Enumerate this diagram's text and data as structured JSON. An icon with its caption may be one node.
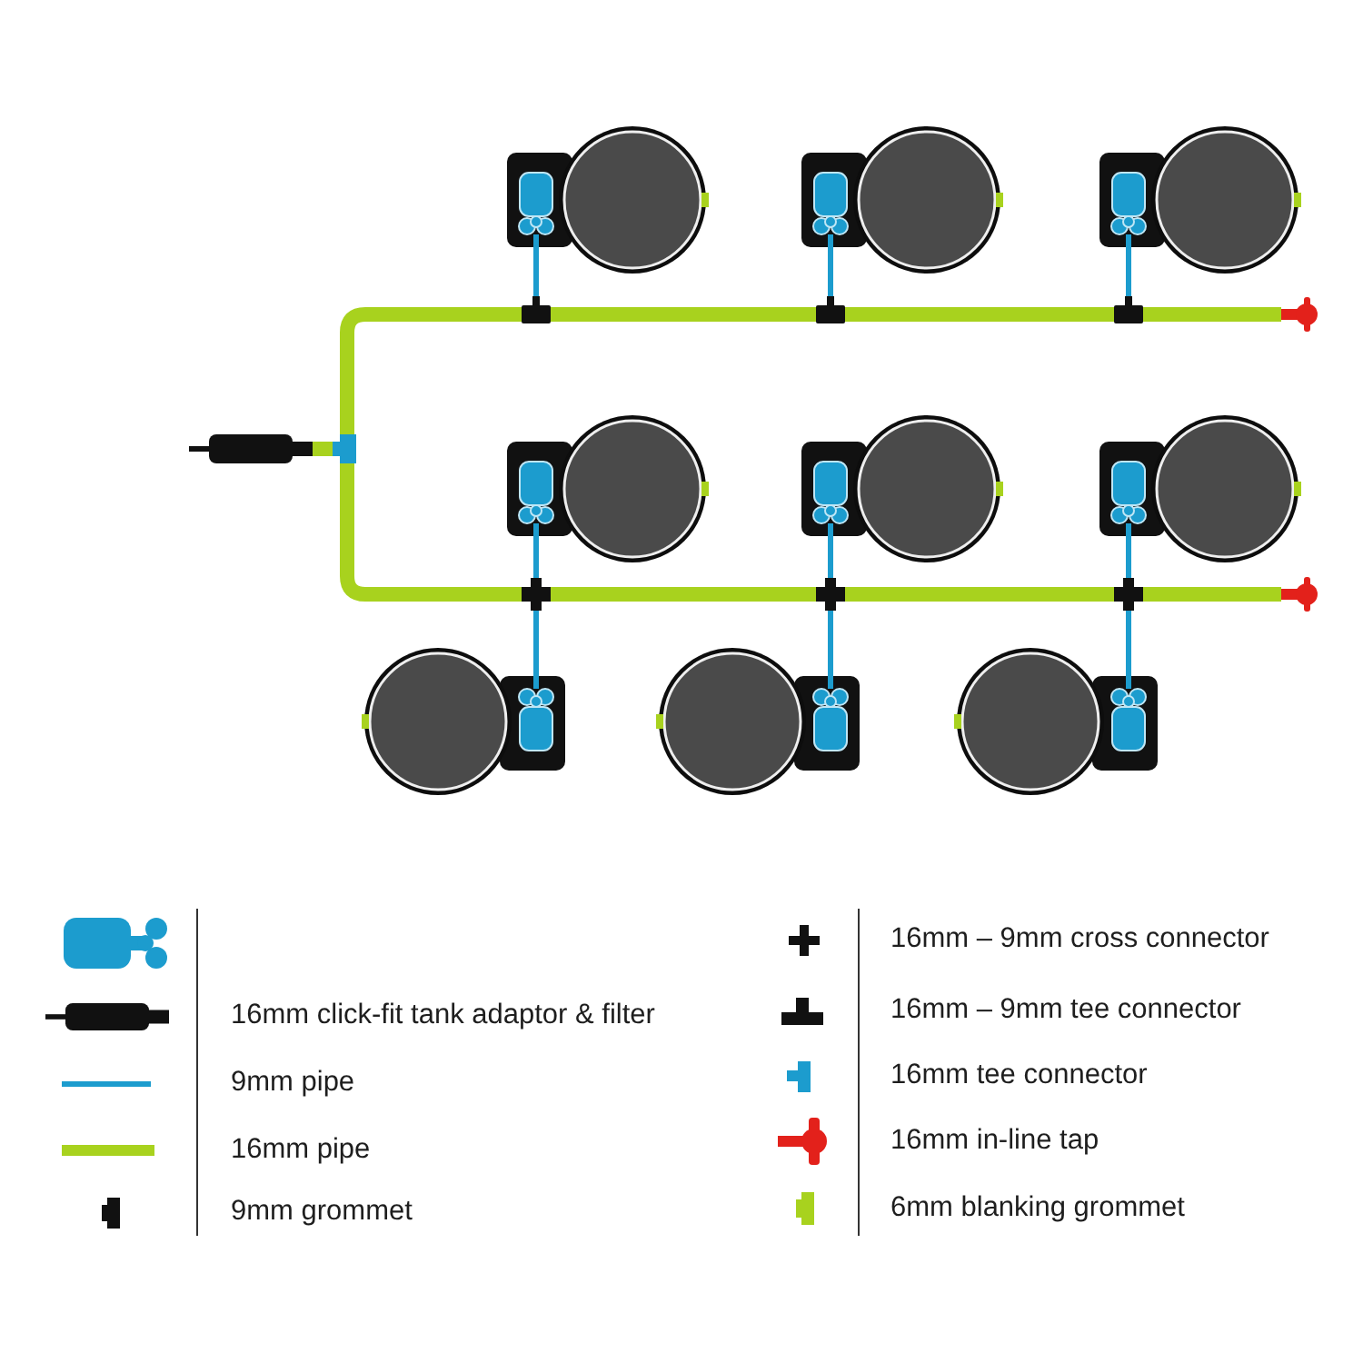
{
  "diagram": {
    "nodes": [
      {
        "text": [],
        "shape": "box"
      },
      {
        "text": [],
        "shape": "circle"
      },
      {
        "text": [],
        "shape": "box"
      },
      {
        "text": [],
        "shape": "circle"
      },
      {
        "text": [],
        "shape": "box"
      },
      {
        "text": [],
        "shape": "circle"
      },
      {
        "text": [],
        "shape": "tee"
      },
      {
        "text": [],
        "shape": "tee"
      },
      {
        "text": [],
        "shape": "tee"
      },
      {
        "text": [],
        "shape": "tap"
      },
      {
        "text": [],
        "shape": "bar"
      },
      {
        "text": [],
        "shape": "tee"
      },
      {
        "text": [],
        "shape": "box"
      },
      {
        "text": [],
        "shape": "circle"
      },
      {
        "text": [],
        "shape": "box"
      },
      {
        "text": [],
        "shape": "circle"
      },
      {
        "text": [],
        "shape": "box"
      },
      {
        "text": [],
        "shape": "circle"
      },
      {
        "text": [],
        "shape": "cross"
      },
      {
        "text": [],
        "shape": "cross"
      },
      {
        "text": [],
        "shape": "cross"
      },
      {
        "text": [],
        "shape": "tap"
      },
      {
        "text": [],
        "shape": "circle"
      },
      {
        "text": [],
        "shape": "box"
      },
      {
        "text": [],
        "shape": "circle"
      },
      {
        "text": [],
        "shape": "box"
      },
      {
        "text": [],
        "shape": "circle"
      },
      {
        "text": [],
        "shape": "box"
      }
    ],
    "edges": [
      {
        "from": 10,
        "to": 11,
        "arrow": "none",
        "style": "thick",
        "color": "#a8d21e"
      },
      {
        "from": 11,
        "to": 6,
        "arrow": "none",
        "style": "thick",
        "color": "#a8d21e"
      },
      {
        "from": 6,
        "to": 7,
        "arrow": "none",
        "style": "thick",
        "color": "#a8d21e"
      },
      {
        "from": 7,
        "to": 8,
        "arrow": "none",
        "style": "thick",
        "color": "#a8d21e"
      },
      {
        "from": 8,
        "to": 9,
        "arrow": "none",
        "style": "thick",
        "color": "#a8d21e"
      },
      {
        "from": 11,
        "to": 18,
        "arrow": "none",
        "style": "thick",
        "color": "#a8d21e"
      },
      {
        "from": 18,
        "to": 19,
        "arrow": "none",
        "style": "thick",
        "color": "#a8d21e"
      },
      {
        "from": 19,
        "to": 20,
        "arrow": "none",
        "style": "thick",
        "color": "#a8d21e"
      },
      {
        "from": 20,
        "to": 21,
        "arrow": "none",
        "style": "thick",
        "color": "#a8d21e"
      },
      {
        "from": 6,
        "to": 0,
        "arrow": "none",
        "color": "#1c9cce"
      },
      {
        "from": 7,
        "to": 2,
        "arrow": "none",
        "color": "#1c9cce"
      },
      {
        "from": 8,
        "to": 4,
        "arrow": "none",
        "color": "#1c9cce"
      },
      {
        "from": 18,
        "to": 12,
        "arrow": "none",
        "color": "#1c9cce"
      },
      {
        "from": 19,
        "to": 14,
        "arrow": "none",
        "color": "#1c9cce"
      },
      {
        "from": 20,
        "to": 16,
        "arrow": "none",
        "color": "#1c9cce"
      },
      {
        "from": 18,
        "to": 23,
        "arrow": "none",
        "color": "#1c9cce"
      },
      {
        "from": 19,
        "to": 25,
        "arrow": "none",
        "color": "#1c9cce"
      },
      {
        "from": 20,
        "to": 27,
        "arrow": "none",
        "color": "#1c9cce"
      }
    ],
    "legend": [
      {
        "text": "16mm click-fit tank adaptor & filter"
      },
      {
        "text": "9mm pipe"
      },
      {
        "text": "16mm pipe"
      },
      {
        "text": "9mm grommet"
      },
      {
        "text": "16mm – 9mm cross connector"
      },
      {
        "text": "16mm – 9mm tee connector"
      },
      {
        "text": "16mm tee connector"
      },
      {
        "text": "16mm in-line tap"
      },
      {
        "text": "6mm blanking grommet"
      }
    ]
  }
}
